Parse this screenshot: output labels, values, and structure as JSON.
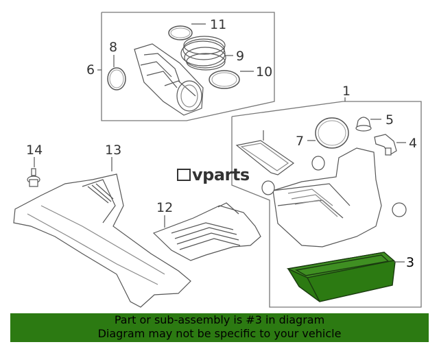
{
  "logo": {
    "text": "vparts"
  },
  "callouts": {
    "c1": "1",
    "c3": "3",
    "c4": "4",
    "c5": "5",
    "c6": "6",
    "c7": "7",
    "c8": "8",
    "c9": "9",
    "c10": "10",
    "c11": "11",
    "c12": "12",
    "c13": "13",
    "c14": "14"
  },
  "banner": {
    "line1": "Part or sub-assembly is #3 in diagram",
    "line2": "Diagram may not be specific to your vehicle"
  },
  "colors": {
    "highlight_part": "#2c7a12",
    "banner_bg": "#2c7a12",
    "line": "#555555"
  }
}
